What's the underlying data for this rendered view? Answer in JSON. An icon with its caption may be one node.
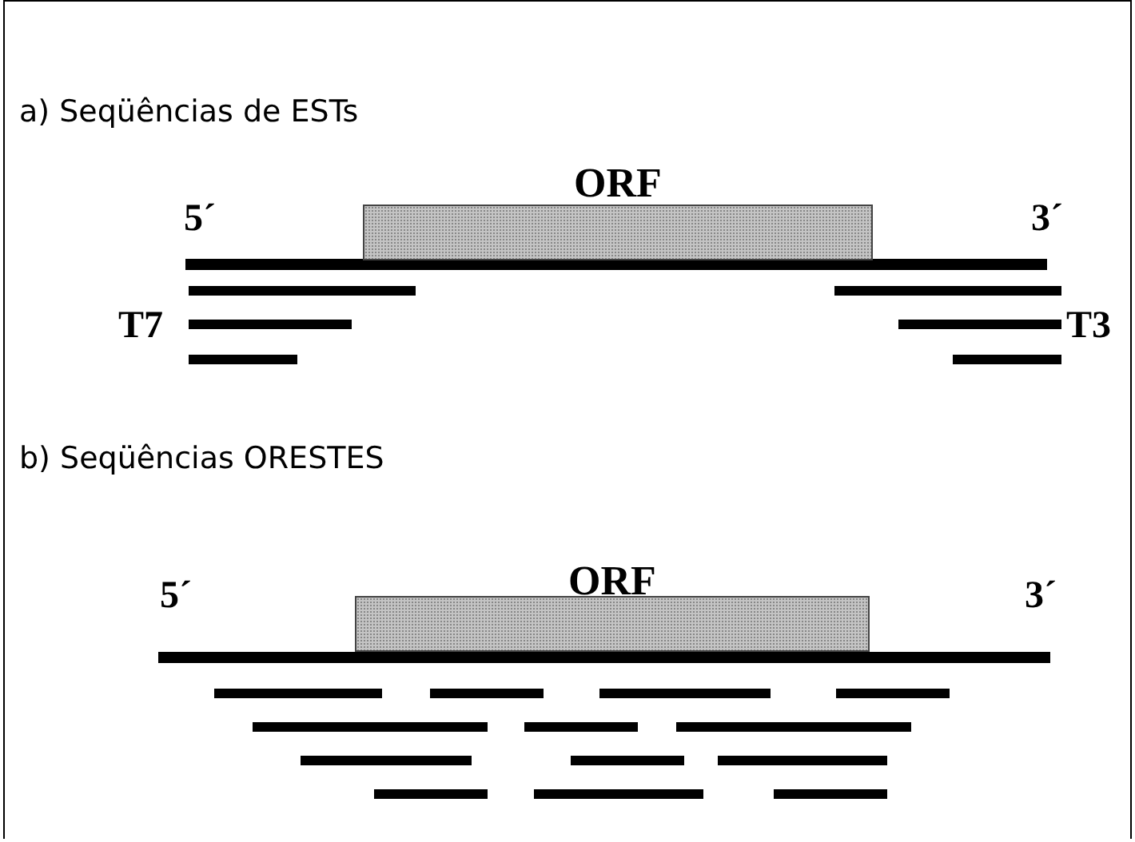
{
  "diagram": {
    "nodes": [
      {
        "text": [
          "ORF"
        ]
      },
      {
        "text": [
          "ORF"
        ]
      }
    ],
    "labels": [
      "a) Seqüências de ESTs",
      "5´",
      "3´",
      "T7",
      "T3",
      "b) Seqüências ORESTES",
      "5´",
      "3´"
    ]
  }
}
